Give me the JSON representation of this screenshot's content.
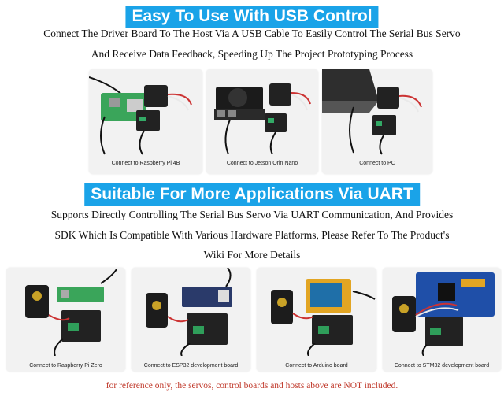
{
  "usb": {
    "title": "Easy To Use With USB Control",
    "desc_line1": "Connect The Driver Board To The Host Via A USB Cable To Easily Control The Serial Bus Servo",
    "desc_line2": "And Receive Data Feedback, Speeding Up The Project Prototyping Process",
    "cards": [
      {
        "caption": "Connect to Raspberry Pi 4B"
      },
      {
        "caption": "Connect to Jetson Orin Nano"
      },
      {
        "caption": "Connect to PC"
      }
    ]
  },
  "uart": {
    "title": "Suitable For More Applications Via UART",
    "desc_line1": "Supports Directly Controlling The Serial Bus Servo Via UART Communication, And Provides",
    "desc_line2": "SDK Which Is Compatible With Various Hardware Platforms, Please Refer To The Product's",
    "desc_line3": "Wiki For More Details",
    "cards": [
      {
        "caption": "Connect to Raspberry Pi Zero"
      },
      {
        "caption": "Connect to ESP32 development board"
      },
      {
        "caption": "Connect to Arduino board"
      },
      {
        "caption": "Connect to STM32 development board"
      }
    ]
  },
  "note": "for reference only, the servos, control boards and hosts above are NOT included.",
  "colors": {
    "banner": "#1aa3e8",
    "note": "#c0392b"
  }
}
